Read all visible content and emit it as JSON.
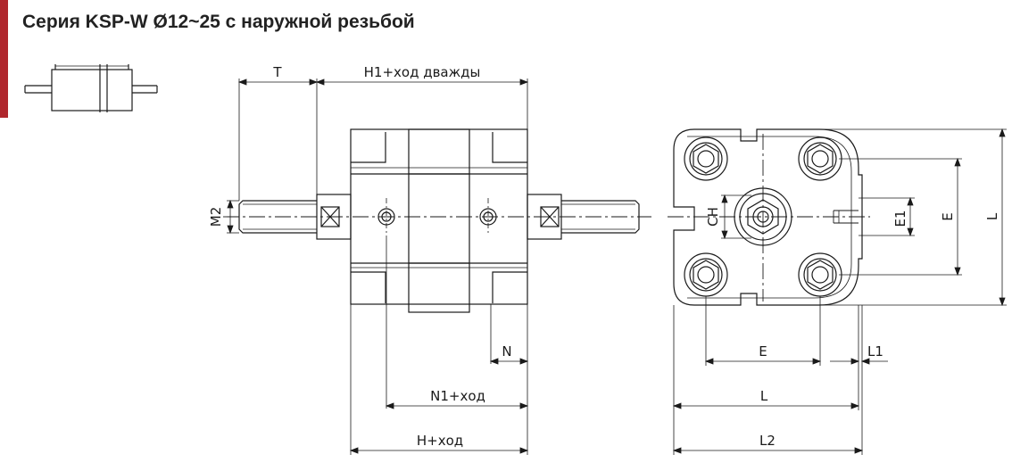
{
  "title": "Серия KSP-W Ø12~25 с наружной резьбой",
  "colors": {
    "accent": "#b0272d",
    "line": "#1a1a1a"
  },
  "front_view": {
    "labels": {
      "T": "T",
      "H1_stroke_twice": "H1+ход дважды",
      "M2": "M2",
      "N": "N",
      "N1_stroke": "N1+ход",
      "H_stroke": "H+ход"
    }
  },
  "end_view": {
    "labels": {
      "CH": "CH",
      "E1": "E1",
      "E_vertical": "E",
      "L_vertical": "L",
      "E_horizontal": "E",
      "L1": "L1",
      "L_horizontal": "L",
      "L2": "L2"
    }
  }
}
